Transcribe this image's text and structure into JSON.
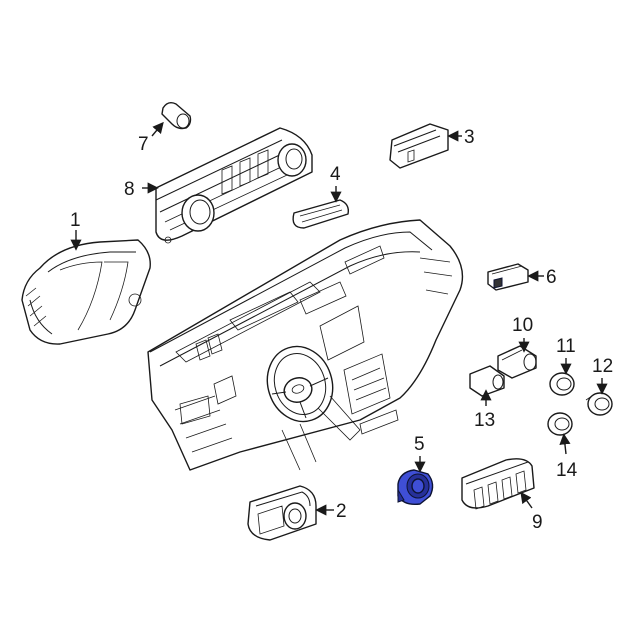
{
  "accent_color": "#3f4fd6",
  "callouts": {
    "c1": "1",
    "c2": "2",
    "c3": "3",
    "c4": "4",
    "c5": "5",
    "c6": "6",
    "c7": "7",
    "c8": "8",
    "c9": "9",
    "c10": "10",
    "c11": "11",
    "c12": "12",
    "c13": "13",
    "c14": "14"
  }
}
